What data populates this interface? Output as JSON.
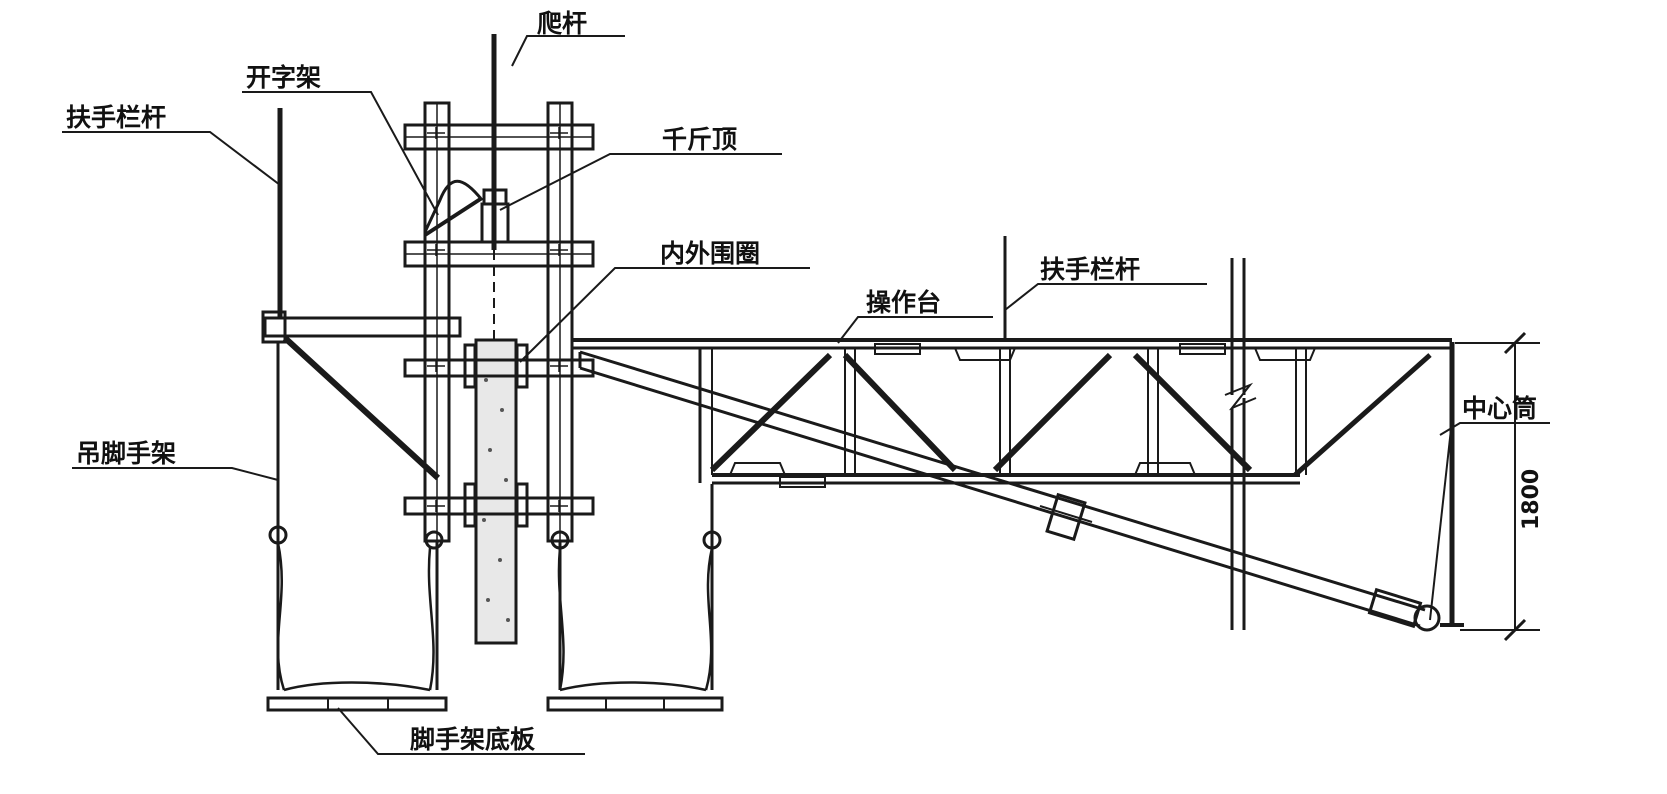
{
  "labels": {
    "climbing_rod": "爬杆",
    "open_frame": "开字架",
    "handrail_left": "扶手栏杆",
    "jack": "千斤顶",
    "inner_outer_ring": "内外围圈",
    "handrail_right": "扶手栏杆",
    "operating_platform": "操作台",
    "hanging_scaffold": "吊脚手架",
    "center_tube": "中心筒",
    "scaffold_bottom_board": "脚手架底板"
  },
  "dimensions": {
    "height": "1800"
  },
  "colors": {
    "line": "#1a1a1a",
    "background": "#ffffff",
    "concrete_fill": "#e8e8e8"
  }
}
